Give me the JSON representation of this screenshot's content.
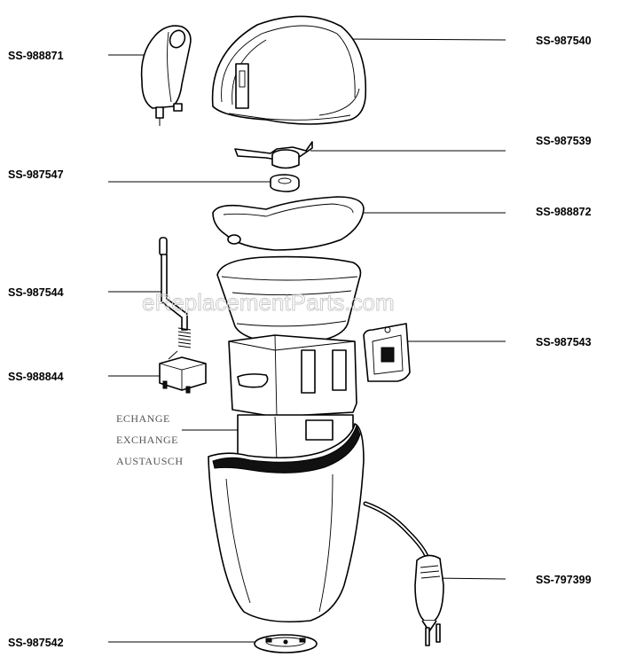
{
  "labels": {
    "motor_switch_cover": "SS-988871",
    "lid": "SS-987540",
    "blade": "SS-987539",
    "nut": "SS-987547",
    "seal_ring": "SS-988872",
    "actuator_rod": "SS-987544",
    "bracket": "SS-987543",
    "microswitch": "SS-988844",
    "power_cord": "SS-797399",
    "foot": "SS-987542"
  },
  "exchange": {
    "line1": "ECHANGE",
    "line2": "EXCHANGE",
    "line3": "AUSTAUSCH"
  },
  "watermark": "eReplacementParts.com"
}
